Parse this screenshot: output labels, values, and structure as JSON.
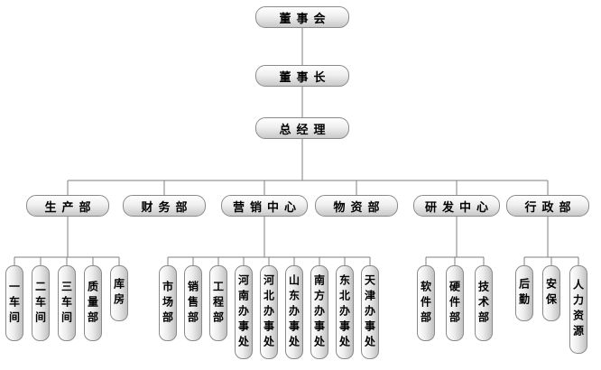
{
  "org": {
    "board": "董事会",
    "chairman": "董事长",
    "general_manager": "总经理",
    "departments": [
      {
        "label": "生产部",
        "children": [
          "一车间",
          "二车间",
          "三车间",
          "质量部",
          "库房"
        ]
      },
      {
        "label": "财务部",
        "children": []
      },
      {
        "label": "营销中心",
        "children": [
          "市场部",
          "销售部",
          "工程部",
          "河南办事处",
          "河北办事处",
          "山东办事处",
          "南方办事处",
          "东北办事处",
          "天津办事处"
        ]
      },
      {
        "label": "物资部",
        "children": []
      },
      {
        "label": "研发中心",
        "children": [
          "软件部",
          "硬件部",
          "技术部"
        ]
      },
      {
        "label": "行政部",
        "children": [
          "后勤",
          "安保",
          "人力资源"
        ]
      }
    ],
    "line_color": "#7f7f7f"
  }
}
